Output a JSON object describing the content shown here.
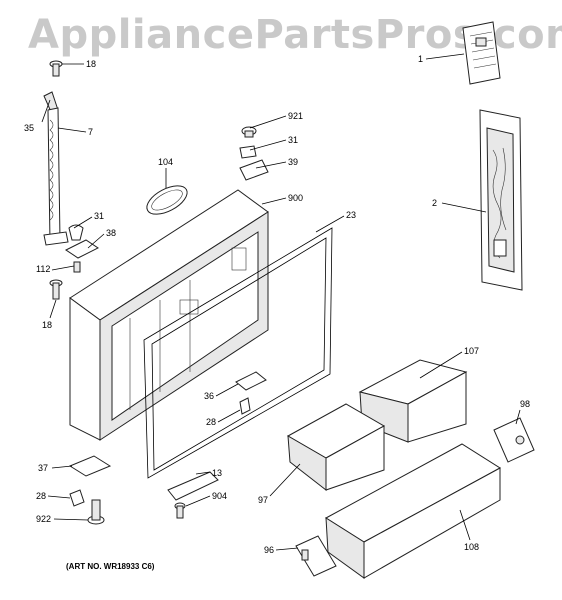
{
  "watermark": "AppliancePartsPros.com",
  "art_number": "(ART NO. WR18933 C6)",
  "callouts": {
    "c1": "1",
    "c2": "2",
    "c7": "7",
    "c13": "13",
    "c18a": "18",
    "c18b": "18",
    "c23": "23",
    "c28a": "28",
    "c28b": "28",
    "c31a": "31",
    "c31b": "31",
    "c35": "35",
    "c36": "36",
    "c37": "37",
    "c38": "38",
    "c39": "39",
    "c96": "96",
    "c97": "97",
    "c98": "98",
    "c104": "104",
    "c107": "107",
    "c108": "108",
    "c112": "112",
    "c900": "900",
    "c904": "904",
    "c921": "921",
    "c922": "922"
  }
}
